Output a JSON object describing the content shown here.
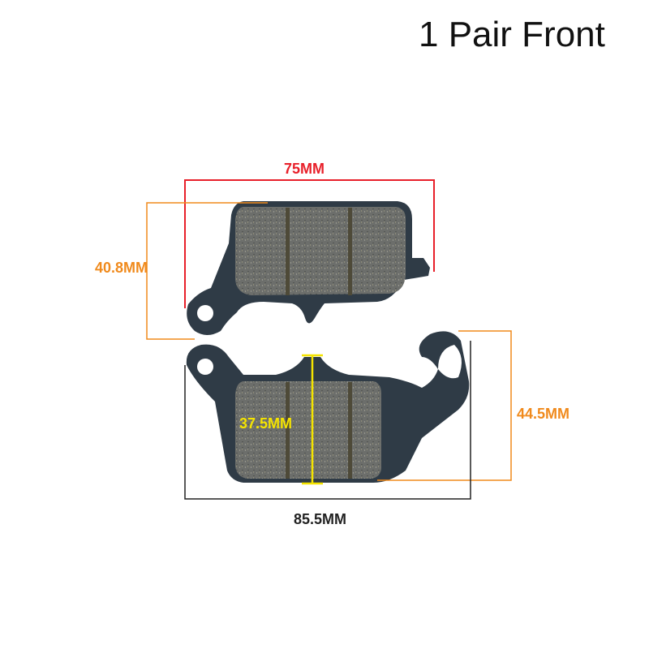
{
  "title": "1 Pair Front",
  "dimensions": {
    "top_width": "75MM",
    "top_height": "40.8MM",
    "friction_height": "37.5MM",
    "bottom_height": "44.5MM",
    "bottom_width": "85.5MM"
  },
  "colors": {
    "red": "#e8202a",
    "orange": "#f08a1c",
    "yellow": "#f5e400",
    "black": "#222222",
    "backplate": "#2f3b46",
    "friction": "#6c6e6b"
  }
}
